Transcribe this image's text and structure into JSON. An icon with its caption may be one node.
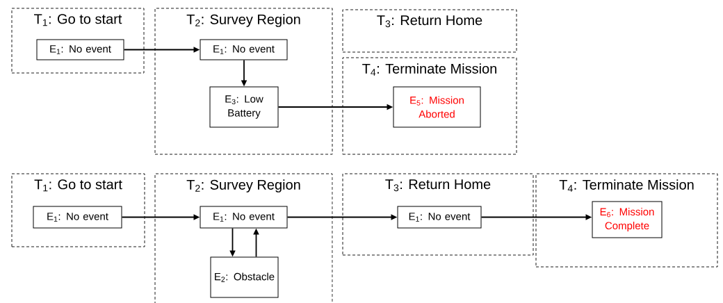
{
  "diagram": {
    "nodes": [
      {
        "text": [
          "T$_{1}$: Go to start"
        ]
      },
      {
        "text": [
          "E$_{1}$: No event"
        ],
        "in": 0
      },
      {
        "text": [
          "T$_{2}$: Survey Region"
        ]
      },
      {
        "text": [
          "E$_{1}$: No event"
        ],
        "in": 2
      },
      {
        "text": [
          "E$_{3}$: Low Battery"
        ],
        "in": 2
      },
      {
        "text": [
          "T$_{3}$: Return Home"
        ]
      },
      {
        "text": [
          "T$_{4}$: Terminate Mission"
        ]
      },
      {
        "text": [
          "E$_{5}$: Mission Aborted"
        ],
        "in": 6
      },
      {
        "text": [
          "T$_{1}$: Go to start"
        ]
      },
      {
        "text": [
          "E$_{1}$: No event"
        ],
        "in": 8
      },
      {
        "text": [
          "T$_{2}$: Survey Region"
        ]
      },
      {
        "text": [
          "E$_{1}$: No event"
        ],
        "in": 10
      },
      {
        "text": [
          "E$_{2}$: Obstacle"
        ],
        "in": 10
      },
      {
        "text": [
          "T$_{3}$: Return Home"
        ]
      },
      {
        "text": [
          "E$_{1}$: No event"
        ],
        "in": 13
      },
      {
        "text": [
          "T$_{4}$: Terminate Mission"
        ]
      },
      {
        "text": [
          "E$_{6}$: Mission Complete"
        ],
        "in": 15
      }
    ],
    "edges": [
      {
        "from": 1,
        "to": 3,
        "arrow": "to"
      },
      {
        "from": 3,
        "to": 4,
        "arrow": "to"
      },
      {
        "from": 4,
        "to": 7,
        "arrow": "to"
      },
      {
        "from": 9,
        "to": 11,
        "arrow": "to"
      },
      {
        "from": 11,
        "to": 12,
        "arrow": "to"
      },
      {
        "from": 12,
        "to": 11,
        "arrow": "to"
      },
      {
        "from": 11,
        "to": 14,
        "arrow": "to"
      },
      {
        "from": 14,
        "to": 16,
        "arrow": "to"
      }
    ]
  }
}
